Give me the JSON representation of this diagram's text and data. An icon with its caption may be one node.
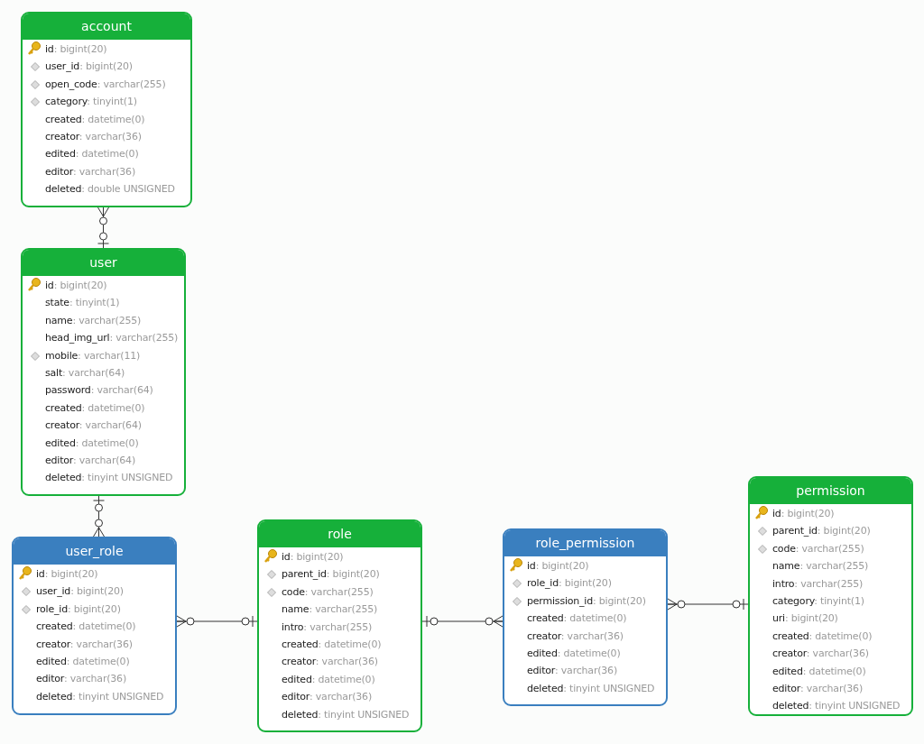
{
  "diagram": {
    "nodes": [
      {
        "text": [
          "account",
          "id: bigint(20)",
          "user_id: bigint(20)",
          "open_code: varchar(255)",
          "category: tinyint(1)",
          "created: datetime(0)",
          "creator: varchar(36)",
          "edited: datetime(0)",
          "editor: varchar(36)",
          "deleted: double UNSIGNED"
        ]
      },
      {
        "text": [
          "user",
          "id: bigint(20)",
          "state: tinyint(1)",
          "name: varchar(255)",
          "head_img_url: varchar(255)",
          "mobile: varchar(11)",
          "salt: varchar(64)",
          "password: varchar(64)",
          "created: datetime(0)",
          "creator: varchar(64)",
          "edited: datetime(0)",
          "editor: varchar(64)",
          "deleted: tinyint UNSIGNED"
        ]
      },
      {
        "text": [
          "user_role",
          "id: bigint(20)",
          "user_id: bigint(20)",
          "role_id: bigint(20)",
          "created: datetime(0)",
          "creator: varchar(36)",
          "edited: datetime(0)",
          "editor: varchar(36)",
          "deleted: tinyint UNSIGNED"
        ]
      },
      {
        "text": [
          "role",
          "id: bigint(20)",
          "parent_id: bigint(20)",
          "code: varchar(255)",
          "name: varchar(255)",
          "intro: varchar(255)",
          "created: datetime(0)",
          "creator: varchar(36)",
          "edited: datetime(0)",
          "editor: varchar(36)",
          "deleted: tinyint UNSIGNED"
        ]
      },
      {
        "text": [
          "role_permission",
          "id: bigint(20)",
          "role_id: bigint(20)",
          "permission_id: bigint(20)",
          "created: datetime(0)",
          "creator: varchar(36)",
          "edited: datetime(0)",
          "editor: varchar(36)",
          "deleted: tinyint UNSIGNED"
        ]
      },
      {
        "text": [
          "permission",
          "id: bigint(20)",
          "parent_id: bigint(20)",
          "code: varchar(255)",
          "name: varchar(255)",
          "intro: varchar(255)",
          "category: tinyint(1)",
          "uri: bigint(20)",
          "created: datetime(0)",
          "creator: varchar(36)",
          "edited: datetime(0)",
          "editor: varchar(36)",
          "deleted: tinyint UNSIGNED"
        ]
      }
    ],
    "edges": [
      {
        "from": 0,
        "to": 1,
        "arrow": "other"
      },
      {
        "from": 2,
        "to": 1,
        "arrow": "other"
      },
      {
        "from": 2,
        "to": 3,
        "arrow": "other"
      },
      {
        "from": 4,
        "to": 3,
        "arrow": "other"
      },
      {
        "from": 4,
        "to": 5,
        "arrow": "other"
      }
    ]
  }
}
